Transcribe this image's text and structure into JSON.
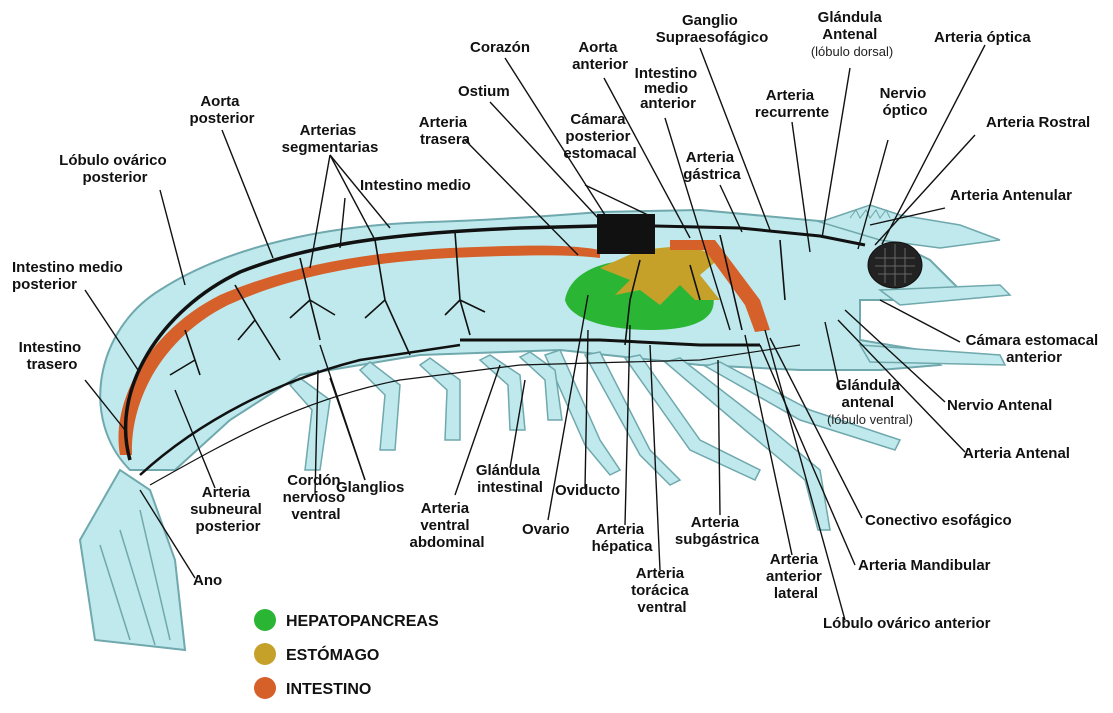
{
  "labels": {
    "corazon": "Corazón",
    "aorta_anterior_1": "Aorta",
    "aorta_anterior_2": "anterior",
    "ganglio_1": "Ganglio",
    "ganglio_2": "Supraesofágico",
    "glandula_antenal_1": "Glándula",
    "glandula_antenal_2": "Antenal",
    "glandula_antenal_3": "(lóbulo dorsal)",
    "arteria_optica": "Arteria óptica",
    "intestino_medio_anterior_1": "Intestino",
    "intestino_medio_anterior_2": "medio",
    "intestino_medio_anterior_3": "anterior",
    "ostium": "Ostium",
    "arteria_recurrente_1": "Arteria",
    "arteria_recurrente_2": "recurrente",
    "nervio_optico_1": "Nervio",
    "nervio_optico_2": "óptico",
    "aorta_posterior_1": "Aorta",
    "aorta_posterior_2": "posterior",
    "arteria_rostral": "Arteria Rostral",
    "arterias_segmentarias_1": "Arterias",
    "arterias_segmentarias_2": "segmentarias",
    "arteria_trasera_1": "Arteria",
    "arteria_trasera_2": "trasera",
    "camara_posterior_1": "Cámara",
    "camara_posterior_2": "posterior",
    "camara_posterior_3": "estomacal",
    "arteria_gastrica_1": "Arteria",
    "arteria_gastrica_2": "gástrica",
    "lobulo_ovarico_posterior_1": "Lóbulo ovárico",
    "lobulo_ovarico_posterior_2": "posterior",
    "intestino_medio": "Intestino medio",
    "arteria_antenular": "Arteria Antenular",
    "intestino_medio_posterior_1": "Intestino medio",
    "intestino_medio_posterior_2": "posterior",
    "camara_estomacal_anterior_1": "Cámara estomacal",
    "camara_estomacal_anterior_2": "anterior",
    "intestino_trasero_1": "Intestino",
    "intestino_trasero_2": "trasero",
    "glandula_antenal_v_1": "Glándula",
    "glandula_antenal_v_2": "antenal",
    "glandula_antenal_v_3": "(lóbulo ventral)",
    "nervio_antenal": "Nervio Antenal",
    "arteria_antenal": "Arteria Antenal",
    "glandula_intestinal_1": "Glándula",
    "glandula_intestinal_2": "intestinal",
    "glanglios": "Glanglios",
    "oviducto": "Oviducto",
    "arteria_subneural_1": "Arteria",
    "arteria_subneural_2": "subneural",
    "arteria_subneural_3": "posterior",
    "cordon_1": "Cordón",
    "cordon_2": "nervioso",
    "cordon_3": "ventral",
    "arteria_ventral_1": "Arteria",
    "arteria_ventral_2": "ventral",
    "arteria_ventral_3": "abdominal",
    "ovario": "Ovario",
    "arteria_hepatica_1": "Arteria",
    "arteria_hepatica_2": "hépatica",
    "arteria_subgastrica_1": "Arteria",
    "arteria_subgastrica_2": "subgástrica",
    "conectivo_esofagico": "Conectivo esofágico",
    "arteria_mandibular": "Arteria Mandibular",
    "arteria_anterior_lateral_1": "Arteria",
    "arteria_anterior_lateral_2": "anterior",
    "arteria_anterior_lateral_3": "lateral",
    "arteria_toracica_1": "Arteria",
    "arteria_toracica_2": "torácica",
    "arteria_toracica_3": "ventral",
    "lobulo_ovarico_anterior": "Lóbulo ovárico anterior",
    "ano": "Ano"
  },
  "legend": [
    {
      "label": "HEPATOPANCREAS",
      "color": "#2bb535"
    },
    {
      "label": "ESTÓMAGO",
      "color": "#c6a12a"
    },
    {
      "label": "INTESTINO",
      "color": "#d5602a"
    }
  ],
  "colors": {
    "body": "#bfe9ec",
    "outline": "#6fa8ad",
    "intestine": "#d5602a",
    "stomach": "#c6a12a",
    "hepatopancreas": "#2bb535",
    "heart": "#111111"
  }
}
